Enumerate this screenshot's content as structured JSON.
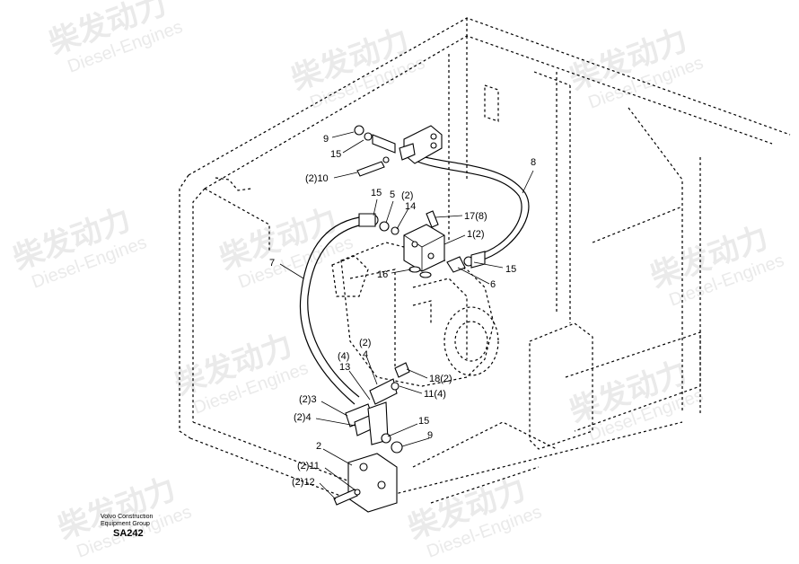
{
  "watermark": {
    "brand_cn": "柴发动力",
    "brand_en": "Diesel-Engines"
  },
  "credit": {
    "line1": "Volvo Construction",
    "line2": "Equipment Group",
    "code": "SA242"
  },
  "callouts": {
    "c9_top": "9",
    "c15_top": "15",
    "c2_10": "(2)10",
    "c8": "8",
    "c15_mid": "15",
    "c5": "5",
    "c2_14_qty": "(2)",
    "c14": "14",
    "c17_8": "17(8)",
    "c1_2": "1(2)",
    "c7": "7",
    "c15_right": "15",
    "c16": "16",
    "c6": "6",
    "c2_4_qty": "(2)",
    "c4": "4",
    "c4_13_qty": "(4)",
    "c13": "13",
    "c18_2": "18(2)",
    "c11_4": "11(4)",
    "c2_3": "(2)3",
    "c2_4": "(2)4",
    "c15_low": "15",
    "c9_low": "9",
    "c2": "2",
    "c2_11": "(2)11",
    "c2_12": "(2)12"
  }
}
